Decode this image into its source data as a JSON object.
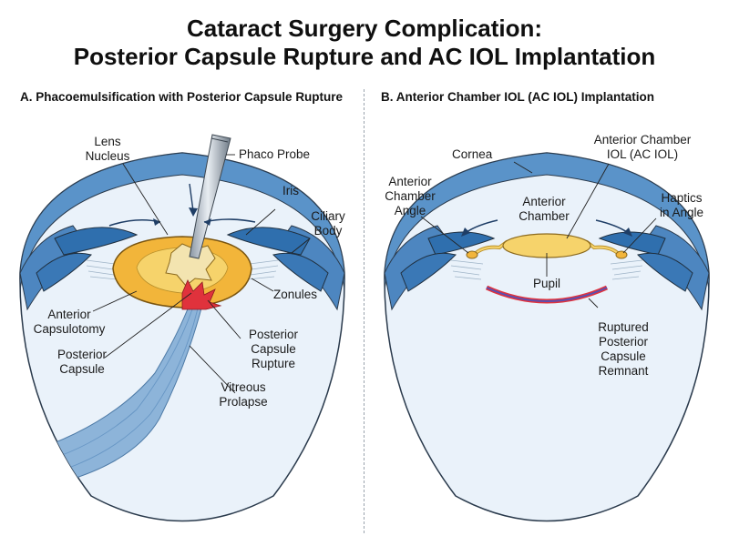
{
  "title": {
    "line1": "Cataract Surgery Complication:",
    "line2": "Posterior Capsule Rupture and AC IOL Implantation"
  },
  "panel_a": {
    "heading": "A. Phacoemulsification with Posterior Capsule Rupture",
    "labels": {
      "lens_nucleus_1": "Lens",
      "lens_nucleus_2": "Nucleus",
      "phaco_probe": "Phaco Probe",
      "iris": "Iris",
      "ciliary_body_1": "Ciliary",
      "ciliary_body_2": "Body",
      "zonules": "Zonules",
      "anterior_capsulotomy_1": "Anterior",
      "anterior_capsulotomy_2": "Capsulotomy",
      "posterior_capsule_1": "Posterior",
      "posterior_capsule_2": "Capsule",
      "posterior_capsule_rupture_1": "Posterior",
      "posterior_capsule_rupture_2": "Capsule",
      "posterior_capsule_rupture_3": "Rupture",
      "vitreous_prolapse_1": "Vitreous",
      "vitreous_prolapse_2": "Prolapse"
    }
  },
  "panel_b": {
    "heading": "B. Anterior Chamber IOL (AC IOL) Implantation",
    "labels": {
      "cornea": "Cornea",
      "ac_iol_1": "Anterior Chamber",
      "ac_iol_2": "IOL (AC IOL)",
      "ac_angle_1": "Anterior",
      "ac_angle_2": "Chamber",
      "ac_angle_3": "Angle",
      "anterior_chamber_1": "Anterior",
      "anterior_chamber_2": "Chamber",
      "haptics_1": "Haptics",
      "haptics_2": "in Angle",
      "pupil": "Pupil",
      "ruptured_capsule_1": "Ruptured",
      "ruptured_capsule_2": "Posterior",
      "ruptured_capsule_3": "Capsule",
      "ruptured_capsule_4": "Remnant"
    }
  },
  "colors": {
    "eye_fill": "#e8f1f9",
    "outline": "#223344",
    "cornea_blue": "#4d86c0",
    "lens_orange": "#f2b53a",
    "lens_inner": "#f6d36b",
    "rupture_red": "#e0323c",
    "vitreous_blue": "#8db4d9",
    "capsule_purple": "#5a4fb0"
  }
}
